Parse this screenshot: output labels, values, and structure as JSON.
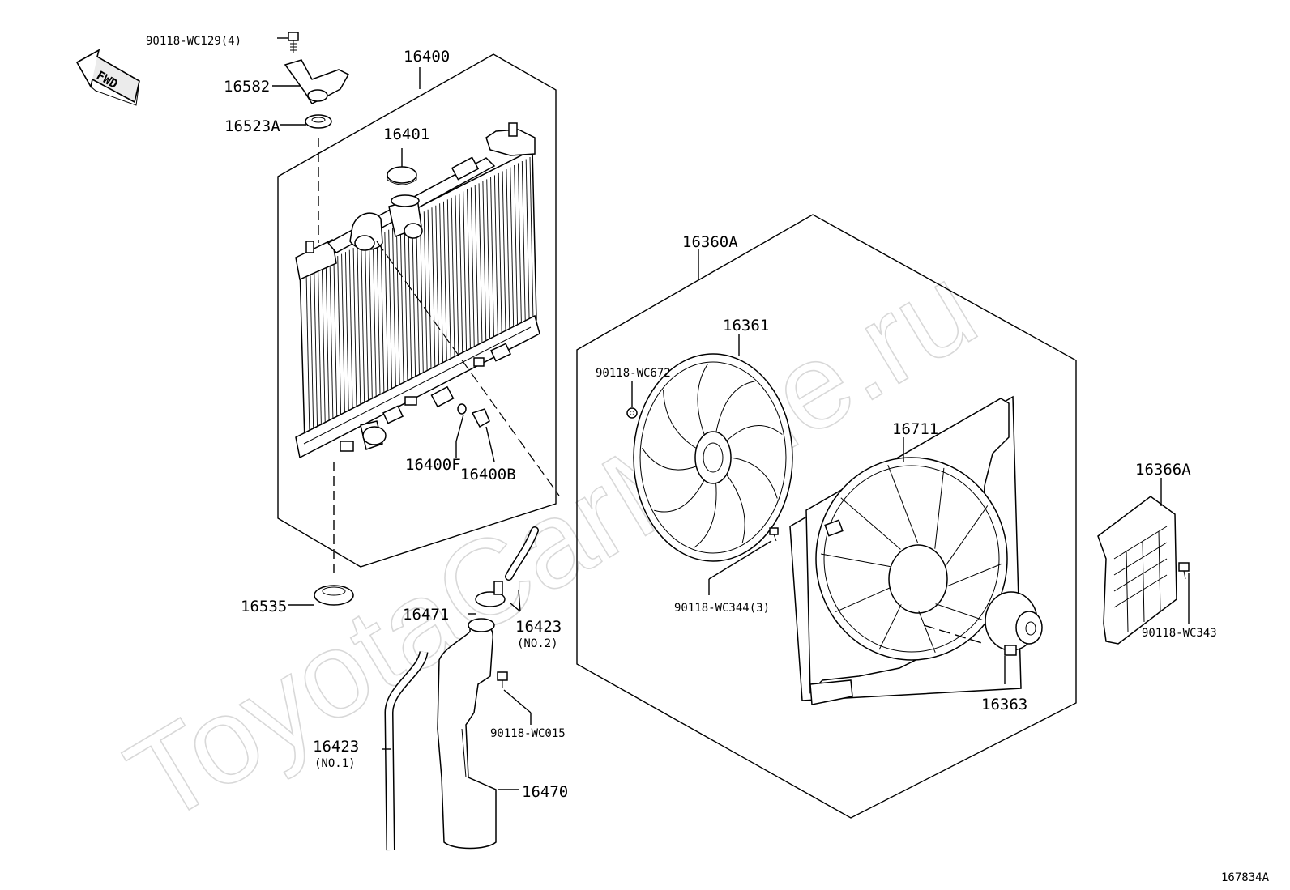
{
  "watermark": "ToyotaCarMine.ru",
  "direction_label": "FWD",
  "figure_code": "167834A",
  "labels": {
    "bolt_top": "90118-WC129(4)",
    "radiator_assy": "16400",
    "bracket": "16582",
    "cushion_upper": "16523A",
    "cap": "16401",
    "drain_plug": "16400F",
    "drain_cock": "16400B",
    "cushion_lower": "16535",
    "tank_cap": "16471",
    "hose_no2": "16423",
    "hose_no2_sub": "(NO.2)",
    "hose_no1": "16423",
    "hose_no1_sub": "(NO.1)",
    "bolt_tank": "90118-WC015",
    "reserve_tank": "16470",
    "fan_assy": "16360A",
    "fan": "16361",
    "nut_fan": "90118-WC672",
    "shroud": "16711",
    "bolt_shroud": "90118-WC344(3)",
    "motor": "16363",
    "guard": "16366A",
    "bolt_guard": "90118-WC343"
  }
}
